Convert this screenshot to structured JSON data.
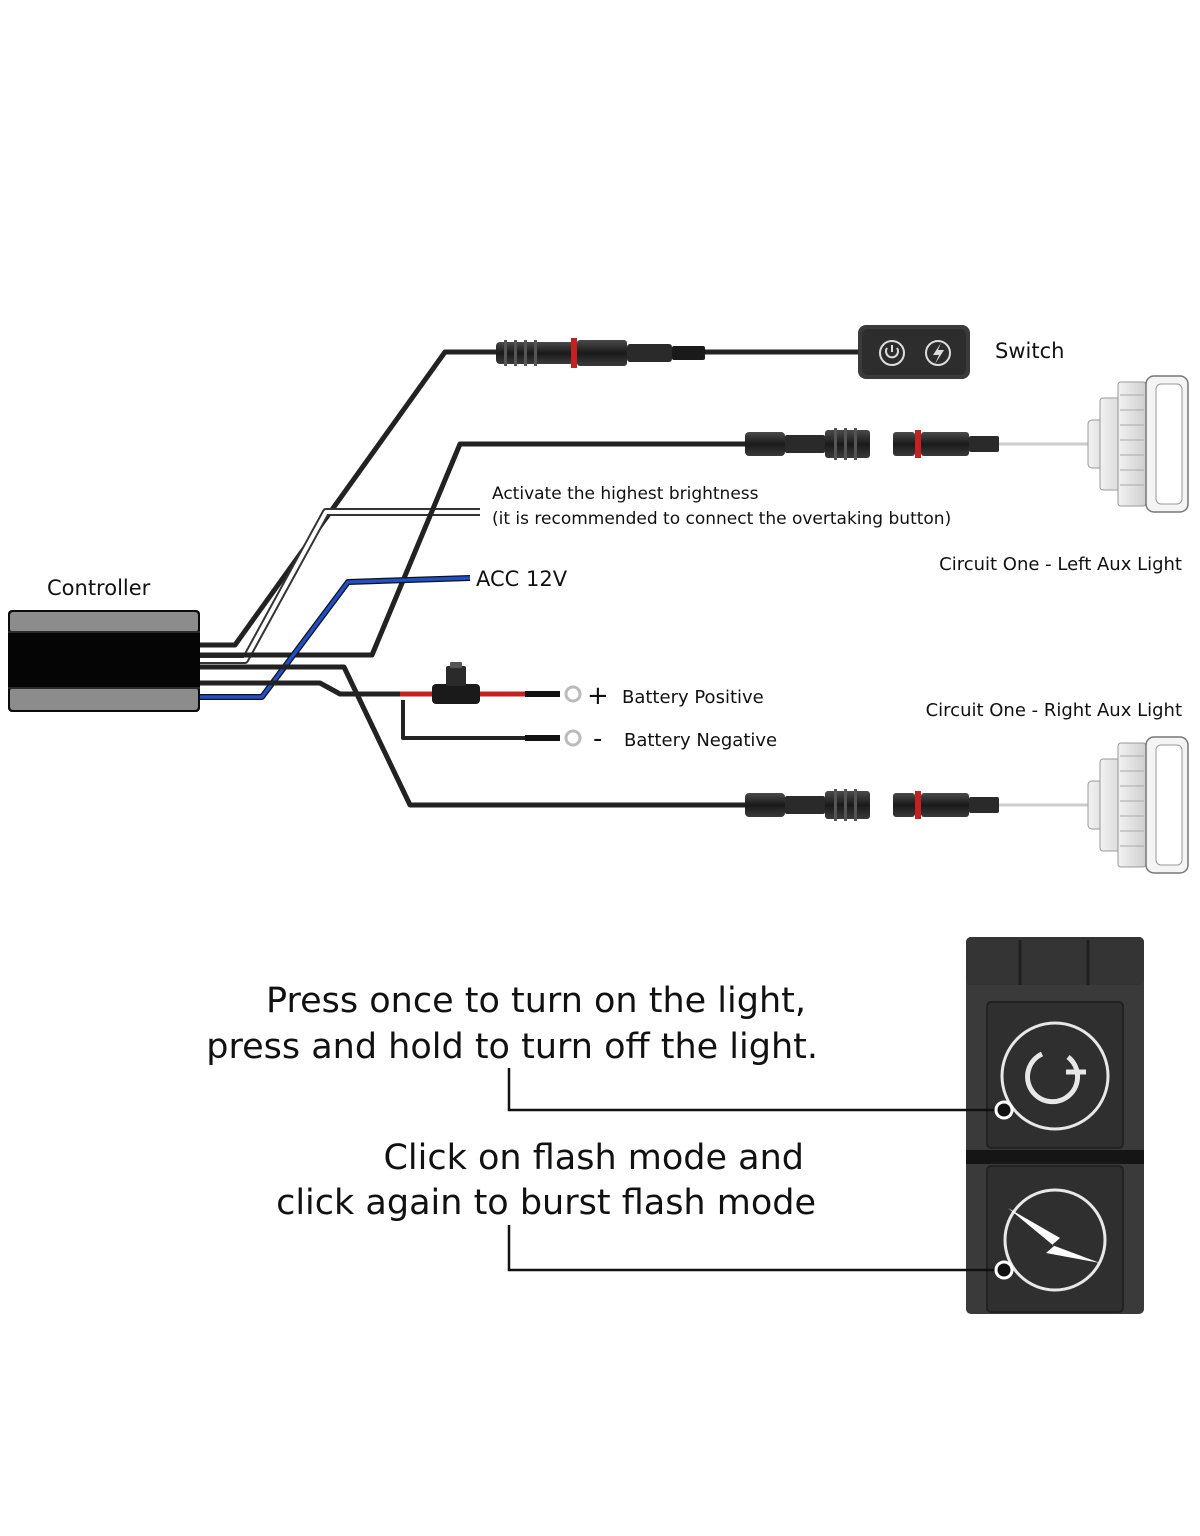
{
  "labels": {
    "switch": "Switch",
    "controller": "Controller",
    "activate_line1": "Activate the highest brightness",
    "activate_line2": "(it is recommended to connect the overtaking button)",
    "acc": "ACC 12V",
    "left_light": "Circuit One - Left Aux Light",
    "right_light": "Circuit One - Right Aux Light",
    "battery_positive_sign": "+",
    "battery_positive": "Battery Positive",
    "battery_negative_sign": "-",
    "battery_negative": "Battery Negative"
  },
  "instructions": {
    "power_line1": "Press once to turn on the light,",
    "power_line2": "press and hold to turn off the light.",
    "flash_line1": "Click on flash mode and",
    "flash_line2": "click again to burst flash mode"
  },
  "colors": {
    "wire_black": "#222222",
    "wire_blue": "#1f4fc9",
    "wire_red": "#c8201e",
    "wire_white": "#ffffff",
    "controller_band": "#8c8c8c",
    "controller_body": "#0b0b0b",
    "switch_body": "#3a3a3a"
  },
  "icons": {
    "switch_power": "power-icon",
    "switch_flash": "lightning-icon"
  }
}
